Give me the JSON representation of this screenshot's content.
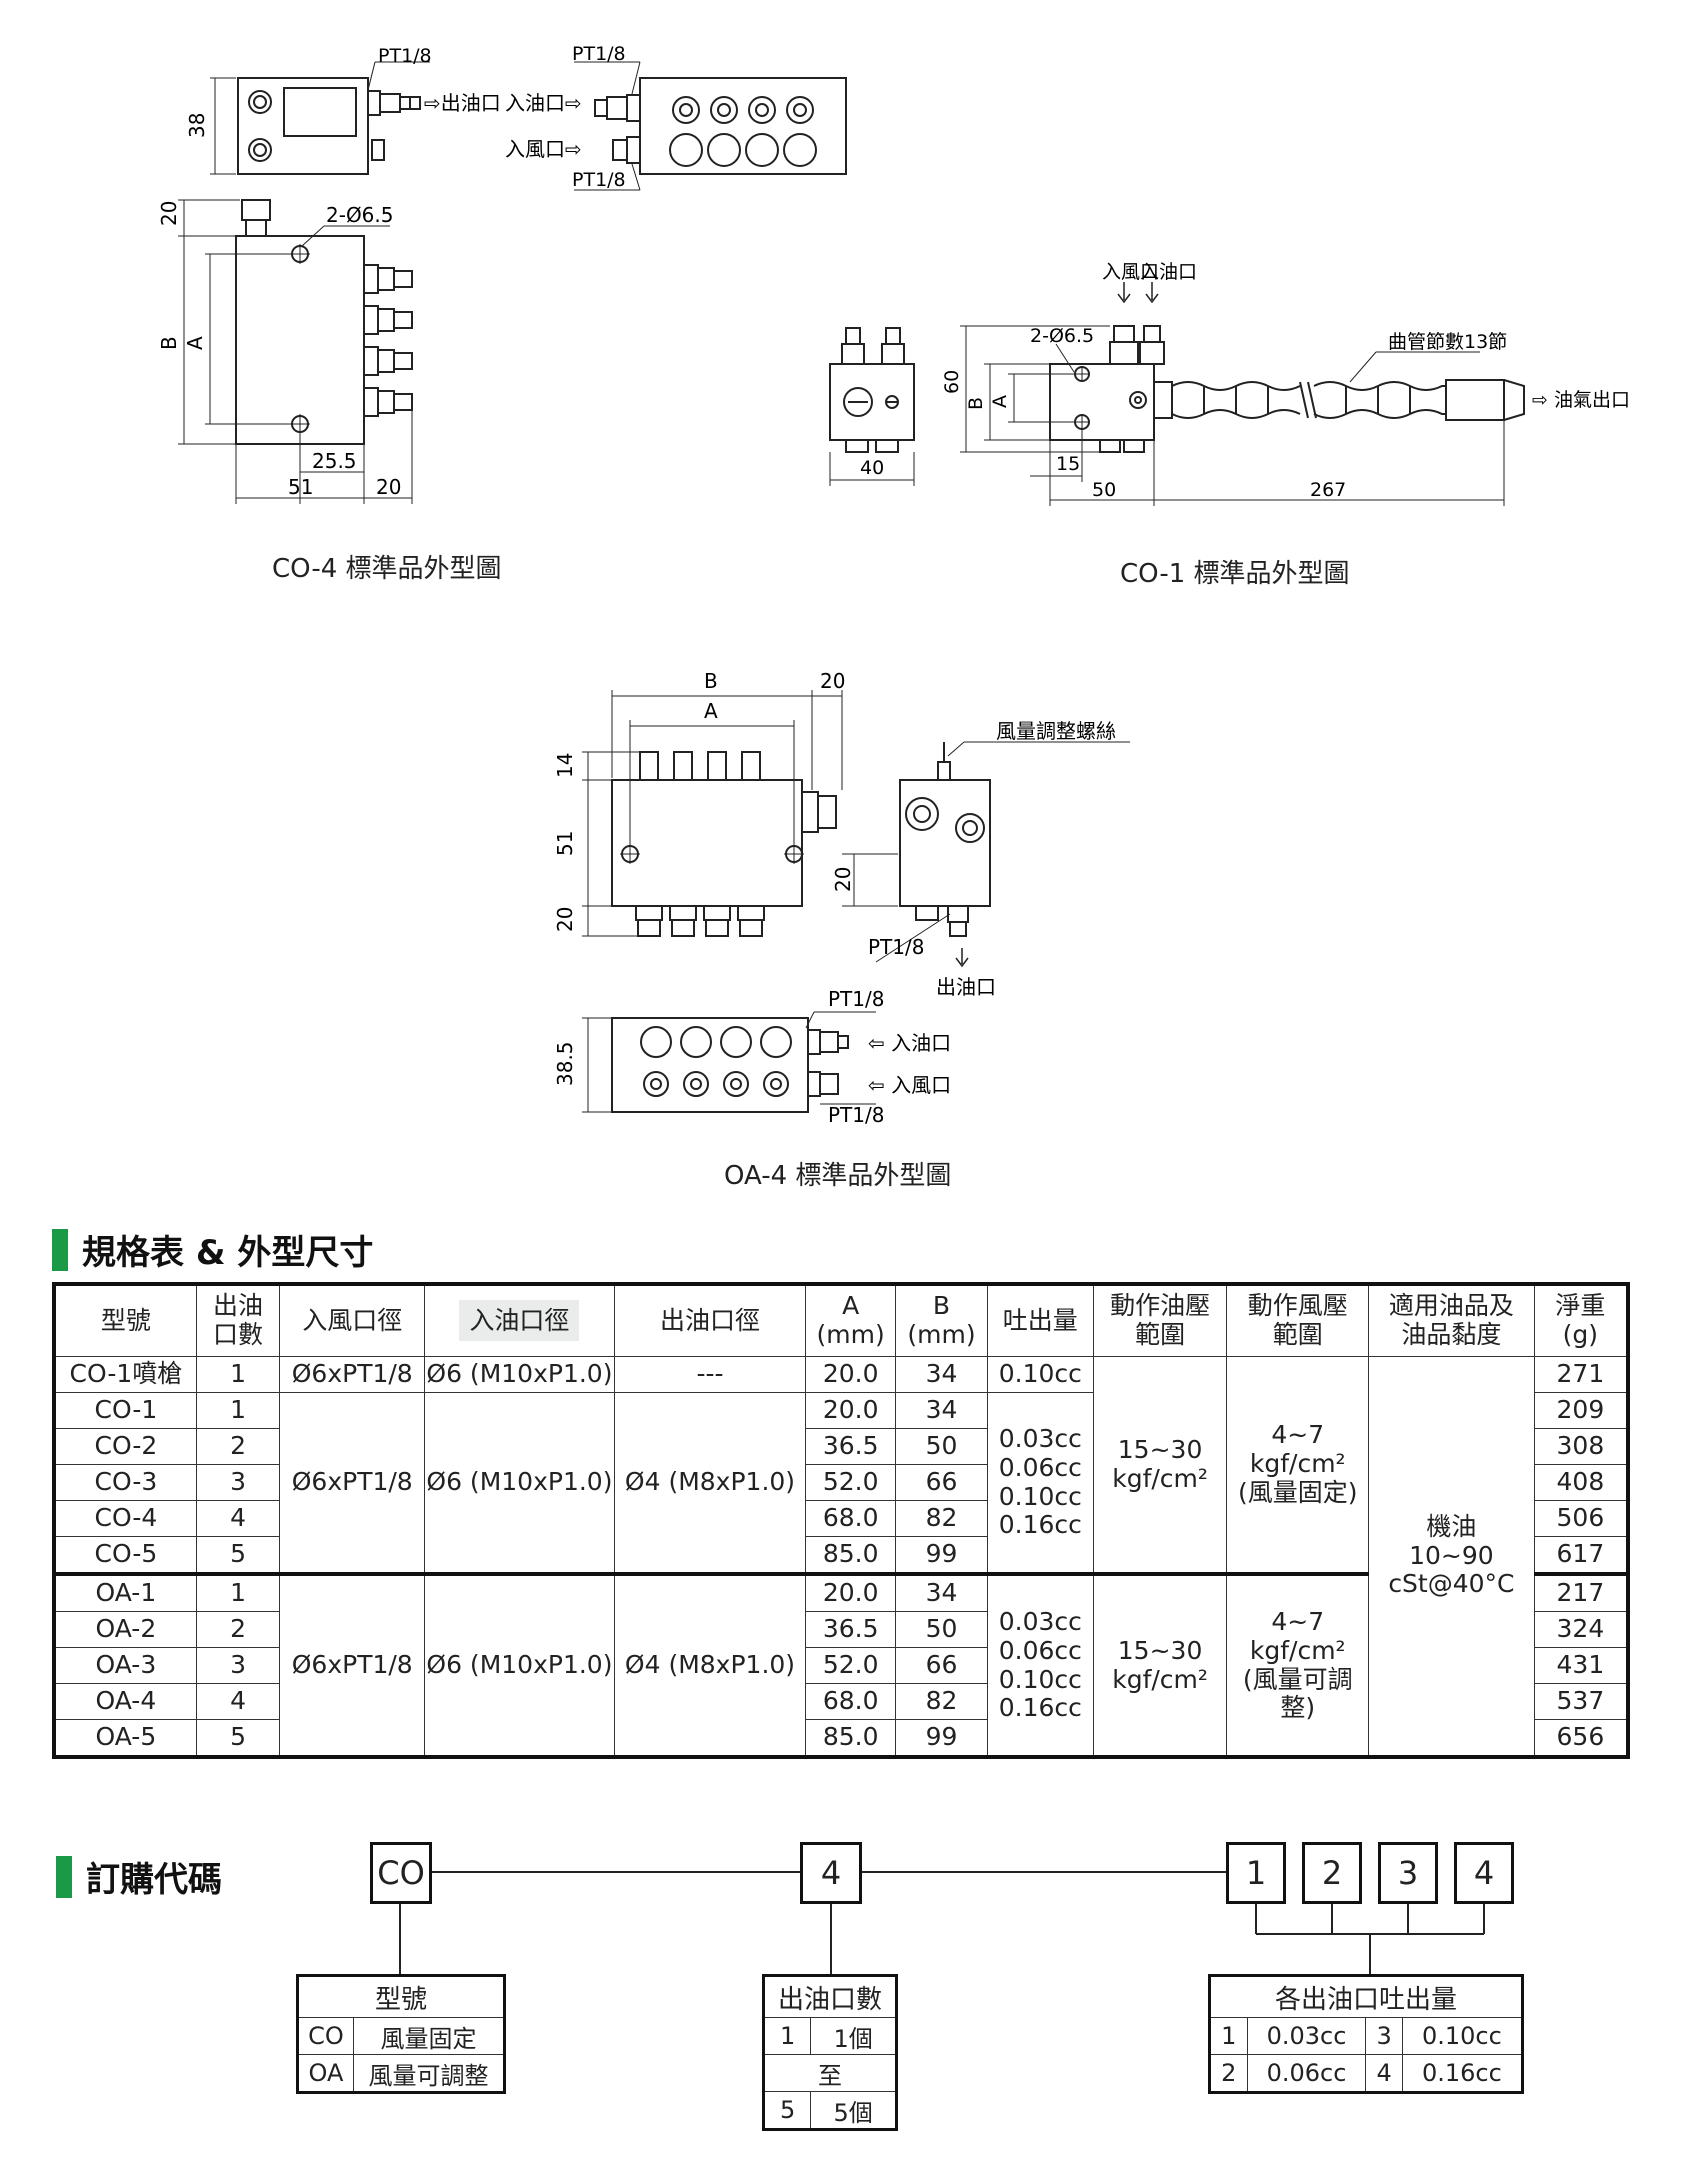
{
  "captions": {
    "co4": "CO-4 標準品外型圖",
    "co1": "CO-1 標準品外型圖",
    "oa4": "OA-4 標準品外型圖"
  },
  "co4_drawing": {
    "pt_top_left": "PT1/8",
    "pt_top_right": "PT1/8",
    "pt_bottom_right": "PT1/8",
    "out_port": "⇨出油口",
    "in_oil": "入油口⇨",
    "in_air": "入風口⇨",
    "dim_38": "38",
    "dim_20_top": "20",
    "dim_hole": "2-Ø6.5",
    "dim_B": "B",
    "dim_A": "A",
    "dim_25_5": "25.5",
    "dim_51": "51",
    "dim_20_bottom": "20"
  },
  "co1_drawing": {
    "in_air": "入風口",
    "in_oil": "入油口",
    "hole": "2-Ø6.5",
    "segments": "曲管節數13節",
    "oil_mist_out": "⇨ 油氣出口",
    "dim_60": "60",
    "dim_B": "B",
    "dim_A": "A",
    "dim_40": "40",
    "dim_15": "15",
    "dim_50": "50",
    "dim_267": "267"
  },
  "oa4_drawing": {
    "dim_B": "B",
    "dim_20_top": "20",
    "dim_A": "A",
    "dim_14": "14",
    "dim_51": "51",
    "dim_20_left": "20",
    "dim_20_side": "20",
    "dim_38_5": "38.5",
    "air_screw": "風量調整螺絲",
    "pt_side": "PT1/8",
    "pt_top": "PT1/8",
    "pt_bottom": "PT1/8",
    "out_port": "出油口",
    "in_oil": "⇦ 入油口",
    "in_air": "⇦ 入風口"
  },
  "spec_section_title": "規格表 & 外型尺寸",
  "spec_table": {
    "headers": [
      "型號",
      "出油\n口數",
      "入風口徑",
      "入油口徑",
      "出油口徑",
      "A\n(mm)",
      "B\n(mm)",
      "吐出量",
      "動作油壓\n範圍",
      "動作風壓\n範圍",
      "適用油品及\n油品黏度",
      "淨重\n(g)"
    ],
    "row_first": {
      "model": "CO-1噴槍",
      "outlets": "1",
      "air_in": "Ø6xPT1/8",
      "oil_in": "Ø6 (M10xP1.0)",
      "oil_out": "---",
      "a": "20.0",
      "b": "34",
      "discharge": "0.10cc",
      "weight": "271"
    },
    "co_group": {
      "air_in": "Ø6xPT1/8",
      "oil_in": "Ø6 (M10xP1.0)",
      "oil_out": "Ø4 (M8xP1.0)",
      "discharge": "0.03cc\n0.06cc\n0.10cc\n0.16cc",
      "oil_pressure": "15~30\nkgf/cm²",
      "air_pressure": "4~7\nkgf/cm²\n(風量固定)",
      "rows": [
        {
          "model": "CO-1",
          "outlets": "1",
          "a": "20.0",
          "b": "34",
          "weight": "209"
        },
        {
          "model": "CO-2",
          "outlets": "2",
          "a": "36.5",
          "b": "50",
          "weight": "308"
        },
        {
          "model": "CO-3",
          "outlets": "3",
          "a": "52.0",
          "b": "66",
          "weight": "408"
        },
        {
          "model": "CO-4",
          "outlets": "4",
          "a": "68.0",
          "b": "82",
          "weight": "506"
        },
        {
          "model": "CO-5",
          "outlets": "5",
          "a": "85.0",
          "b": "99",
          "weight": "617"
        }
      ]
    },
    "oil_type": "機油\n10~90\ncSt@40°C",
    "oa_group": {
      "air_in": "Ø6xPT1/8",
      "oil_in": "Ø6 (M10xP1.0)",
      "oil_out": "Ø4 (M8xP1.0)",
      "discharge": "0.03cc\n0.06cc\n0.10cc\n0.16cc",
      "oil_pressure": "15~30\nkgf/cm²",
      "air_pressure": "4~7\nkgf/cm²\n(風量可調整)",
      "rows": [
        {
          "model": "OA-1",
          "outlets": "1",
          "a": "20.0",
          "b": "34",
          "weight": "217"
        },
        {
          "model": "OA-2",
          "outlets": "2",
          "a": "36.5",
          "b": "50",
          "weight": "324"
        },
        {
          "model": "OA-3",
          "outlets": "3",
          "a": "52.0",
          "b": "66",
          "weight": "431"
        },
        {
          "model": "OA-4",
          "outlets": "4",
          "a": "68.0",
          "b": "82",
          "weight": "537"
        },
        {
          "model": "OA-5",
          "outlets": "5",
          "a": "85.0",
          "b": "99",
          "weight": "656"
        }
      ]
    }
  },
  "order_section_title": "訂購代碼",
  "order_code": {
    "box_model": "CO",
    "box_count": "4",
    "box_d1": "1",
    "box_d2": "2",
    "box_d3": "3",
    "box_d4": "4",
    "model_table": {
      "title": "型號",
      "r1c1": "CO",
      "r1c2": "風量固定",
      "r2c1": "OA",
      "r2c2": "風量可調整"
    },
    "count_table": {
      "title": "出油口數",
      "r1c1": "1",
      "r1c2": "1個",
      "mid": "至",
      "r3c1": "5",
      "r3c2": "5個"
    },
    "discharge_table": {
      "title": "各出油口吐出量",
      "r1c1": "1",
      "r1c2": "0.03cc",
      "r1c3": "3",
      "r1c4": "0.10cc",
      "r2c1": "2",
      "r2c2": "0.06cc",
      "r2c3": "4",
      "r2c4": "0.16cc"
    }
  }
}
